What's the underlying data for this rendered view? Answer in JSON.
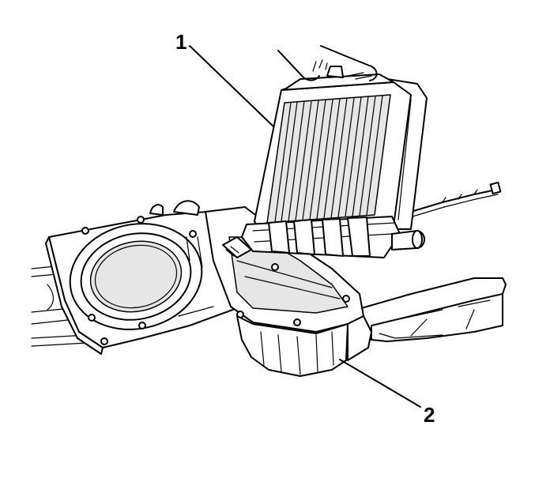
{
  "callouts": [
    {
      "id": "1",
      "label": "1"
    },
    {
      "id": "2",
      "label": "2"
    }
  ],
  "colors": {
    "line": "#000000",
    "background": "#ffffff",
    "fill_light": "#e6e6e6"
  }
}
